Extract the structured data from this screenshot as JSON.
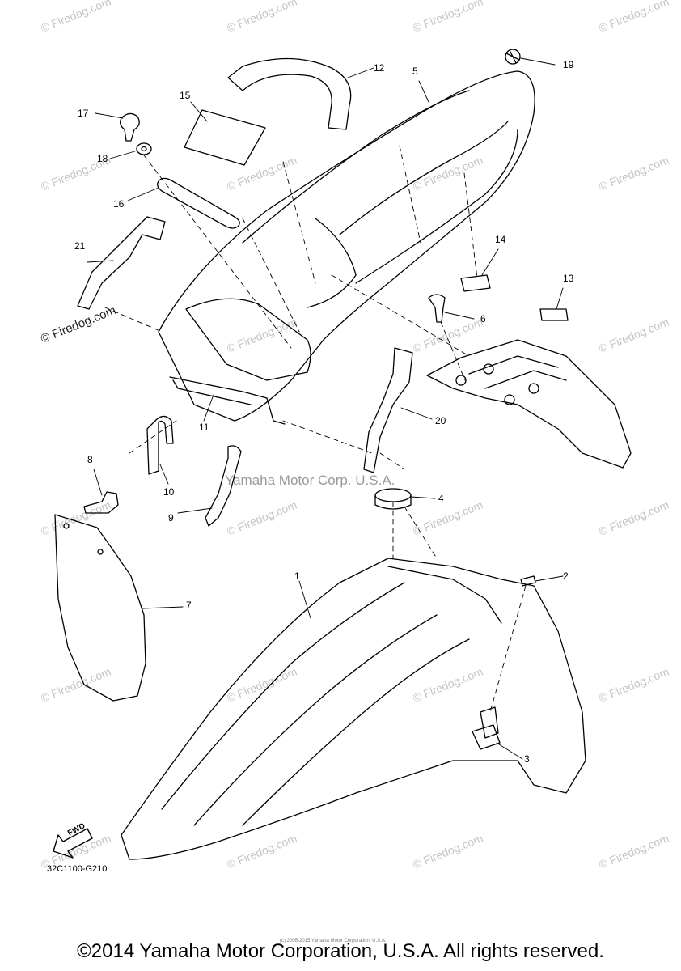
{
  "watermarks": {
    "firedog": "© Firedog.com",
    "firedog_label": "© Firedog.com",
    "yamaha": "Yamaha Motor Corp. U.S.A."
  },
  "callouts": [
    "1",
    "2",
    "3",
    "4",
    "5",
    "6",
    "7",
    "8",
    "9",
    "10",
    "11",
    "12",
    "13",
    "14",
    "15",
    "16",
    "17",
    "18",
    "19",
    "20",
    "21"
  ],
  "fwd_label": "FWD",
  "diagram_code": "32C1100-G210",
  "tiny_copyright": "(c) 2005-2015 Yamaha Motor Corporation, U.S.A.",
  "footer": "©2014 Yamaha Motor Corporation, U.S.A. All rights reserved."
}
